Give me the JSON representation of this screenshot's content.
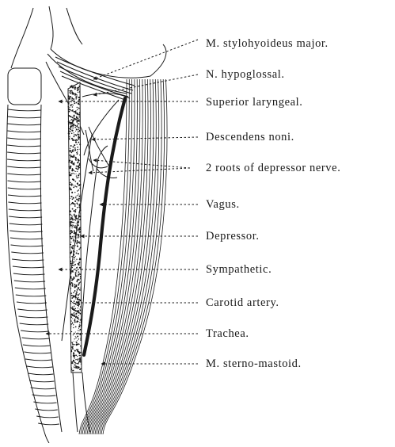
{
  "labels": {
    "stylohyoideus": "M. stylohyoideus major.",
    "hypoglossal": "N. hypoglossal.",
    "superior_laryngeal": "Superior laryngeal.",
    "descendens_noni": "Descendens noni.",
    "depressor_roots": "2 roots of depressor nerve.",
    "vagus": "Vagus.",
    "depressor": "Depressor.",
    "sympathetic": "Sympathetic.",
    "carotid": "Carotid artery.",
    "trachea": "Trachea.",
    "sterno_mastoid": "M. sterno-mastoid."
  },
  "colors": {
    "ink": "#1a1a1a",
    "background": "#ffffff"
  }
}
